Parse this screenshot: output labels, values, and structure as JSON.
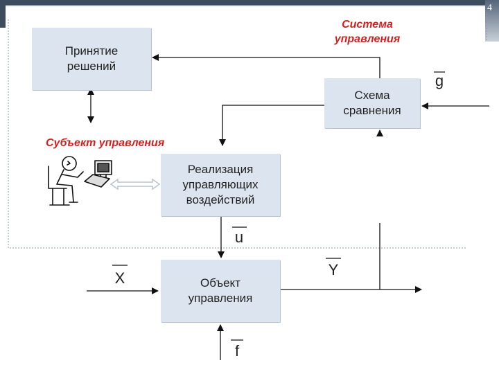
{
  "slide_number": "4",
  "system_label": [
    "Система",
    "управления"
  ],
  "subject_label": "Субъект управления",
  "boxes": {
    "decision": [
      "Принятие",
      "решений"
    ],
    "comparison": [
      "Схема",
      "сравнения"
    ],
    "realization": [
      "Реализация",
      "управляющих",
      "воздействий"
    ],
    "object": [
      "Объект",
      "управления"
    ]
  },
  "variables": {
    "g": "g",
    "u": "u",
    "X": "X",
    "Y": "Y",
    "f": "f"
  },
  "colors": {
    "box_fill": "#dbe4ef",
    "label_red": "#d22020",
    "line": "#111111",
    "dashed_border": "#8a9aaa",
    "accent_dark": "#3d4d5e"
  },
  "icons": [
    "person-at-computer-icon"
  ]
}
